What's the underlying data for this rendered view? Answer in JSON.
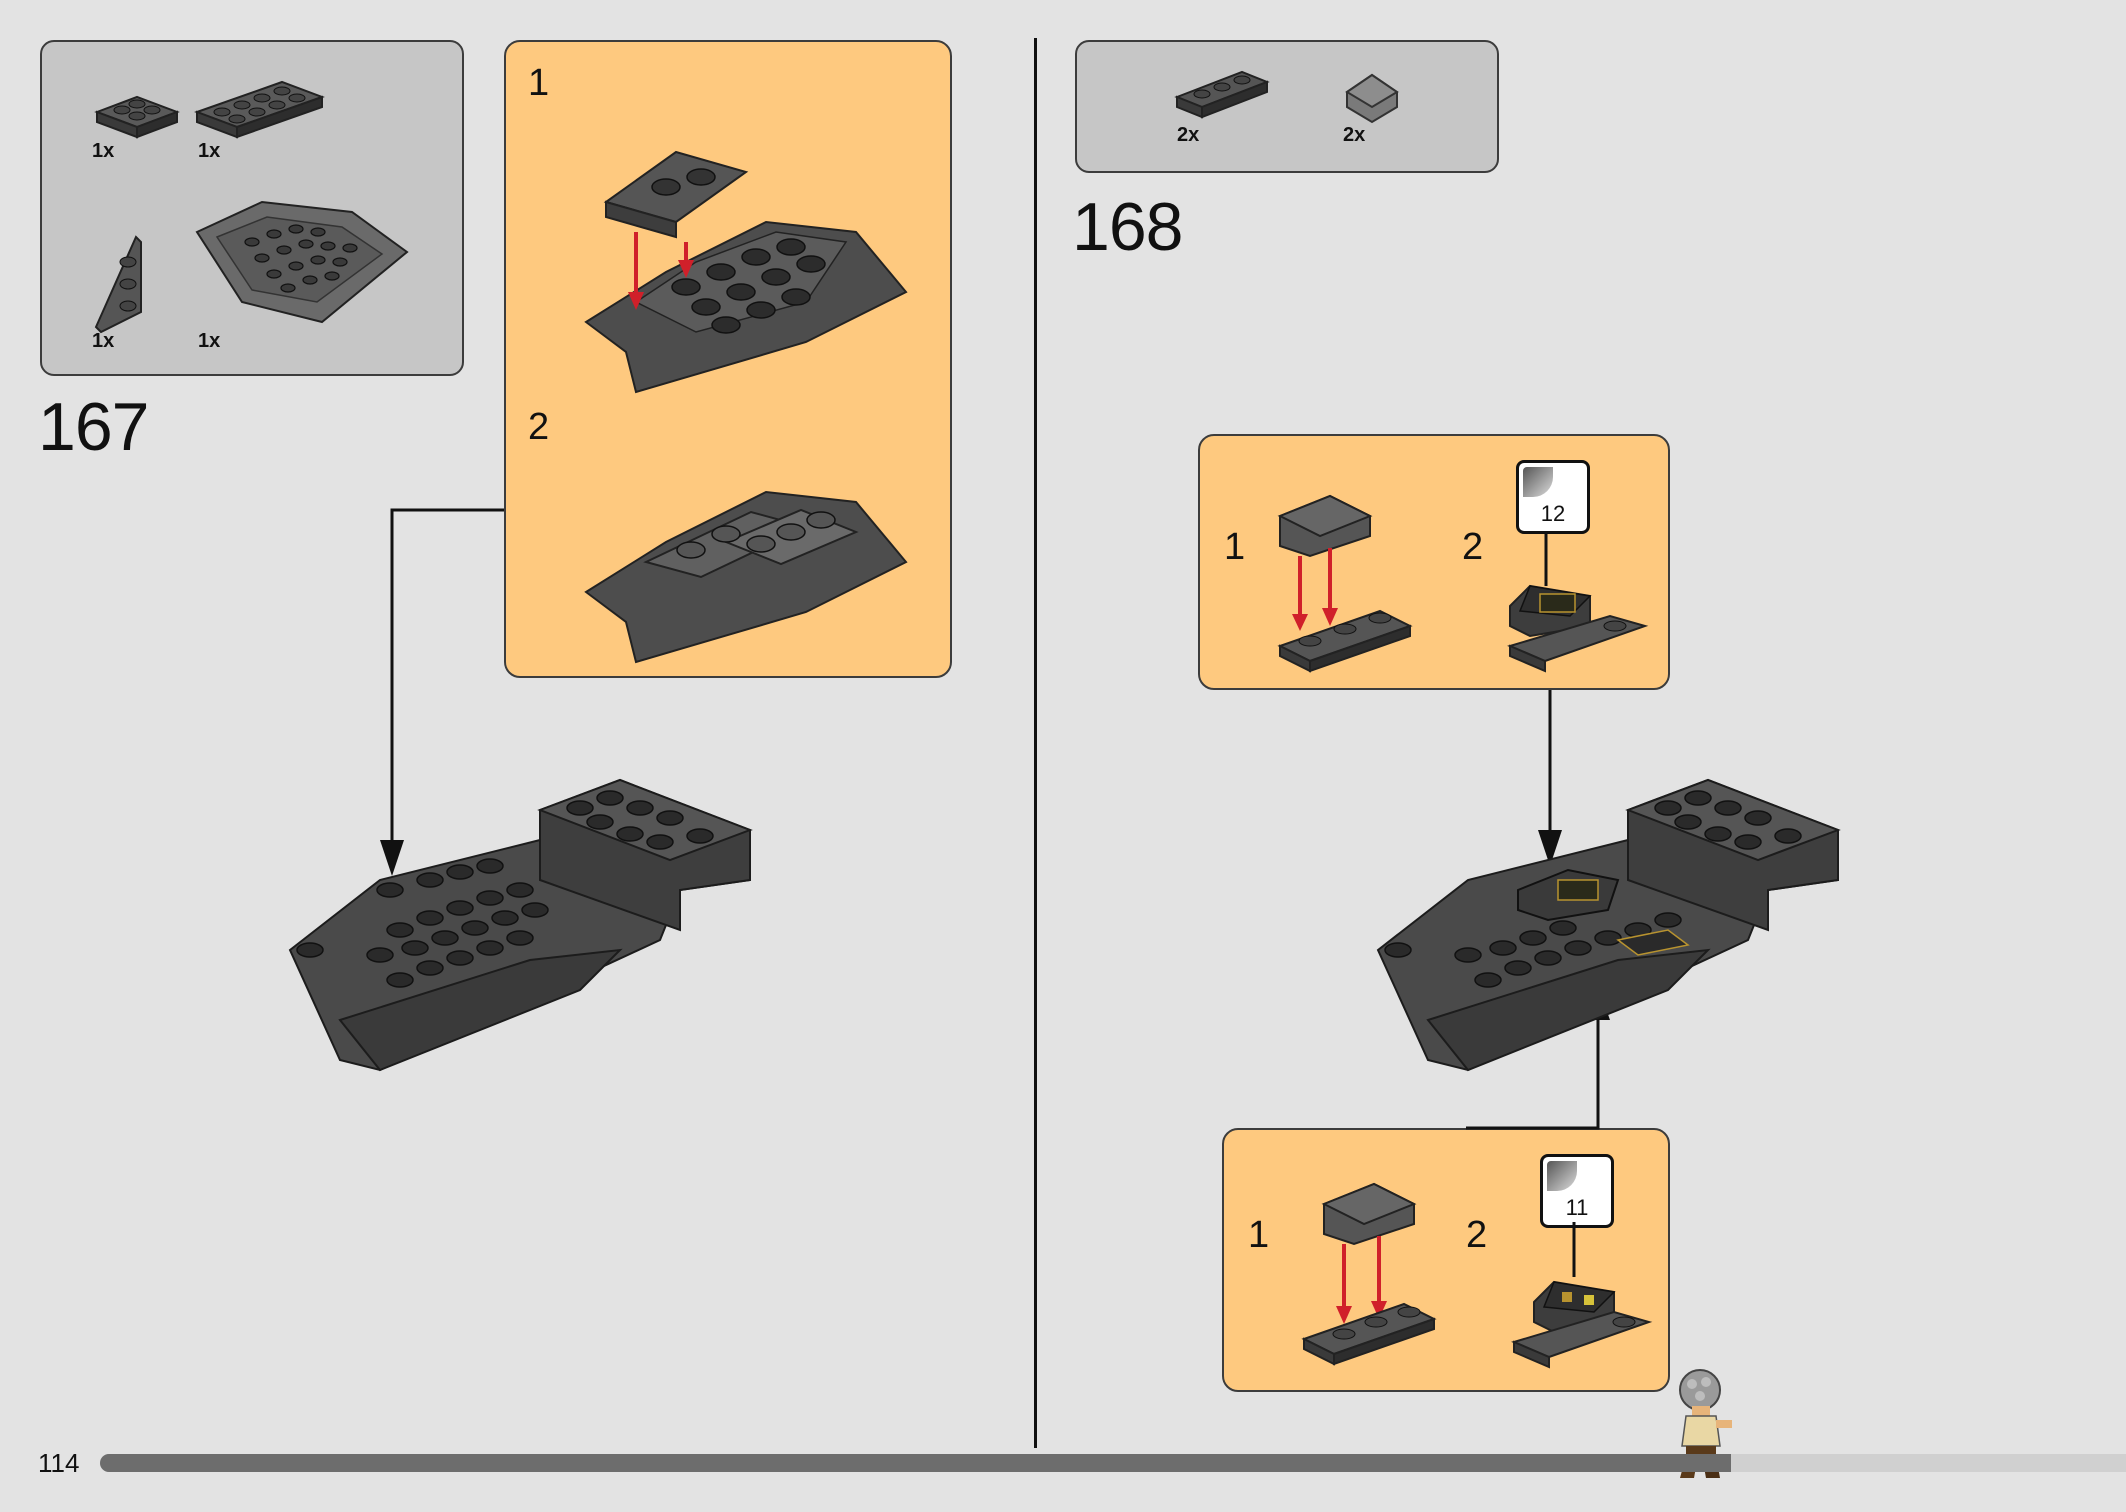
{
  "page_number": "114",
  "progress": {
    "fraction": 0.805
  },
  "step_167": {
    "number": "167",
    "parts": [
      {
        "qty": "1x",
        "name": "plate-2x2"
      },
      {
        "qty": "1x",
        "name": "plate-2x4"
      },
      {
        "qty": "1x",
        "name": "wedge-plate"
      },
      {
        "qty": "1x",
        "name": "wedge-bow"
      }
    ],
    "substeps": [
      {
        "label": "1"
      },
      {
        "label": "2"
      }
    ]
  },
  "step_168": {
    "number": "168",
    "parts": [
      {
        "qty": "2x",
        "name": "plate-1x3"
      },
      {
        "qty": "2x",
        "name": "slope-tile"
      }
    ],
    "sub_box_top": {
      "step1": "1",
      "step2": "2",
      "sticker": "12"
    },
    "sub_box_bottom": {
      "step1": "1",
      "step2": "2",
      "sticker": "11"
    }
  },
  "colors": {
    "background": "#e3e3e3",
    "parts_box": "#c6c6c6",
    "sub_box": "#fec97f",
    "brick_dark": "#4a4a4a",
    "arrow_red": "#d0202a"
  }
}
